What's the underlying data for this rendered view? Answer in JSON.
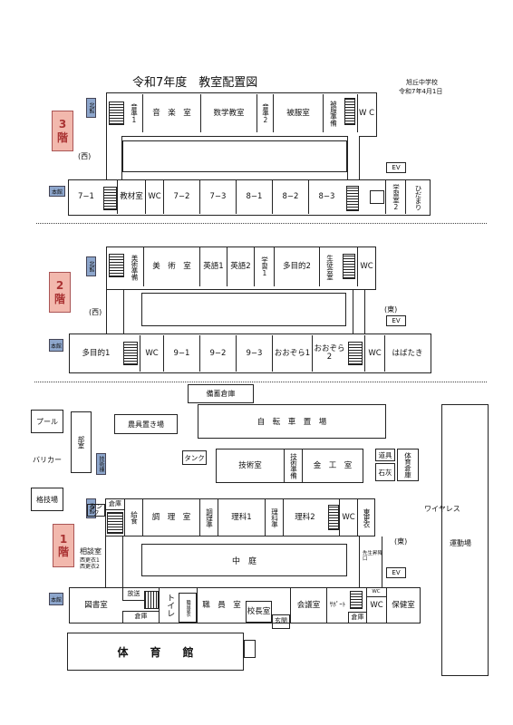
{
  "title": "令和7年度　教室配置図",
  "school": "旭丘中学校",
  "date": "令和7年4月1日",
  "floors": {
    "f3": [
      "3",
      "階"
    ],
    "f2": [
      "2",
      "階"
    ],
    "f1": [
      "1",
      "階"
    ]
  },
  "tags": {
    "north": "北館",
    "main": "本館",
    "tech": "技術棟"
  },
  "dir": {
    "west": "(西)",
    "east": "(東)"
  },
  "ev": "EV",
  "f3_north": [
    "音準1",
    "音　楽　室",
    "数学教室",
    "音準2",
    "被服室",
    "被服準備",
    "W C"
  ],
  "f3_main": [
    "7−1",
    "教材室",
    "WC",
    "7−2",
    "7−3",
    "8−1",
    "8−2",
    "8−3",
    "学習室2",
    "ひだまり"
  ],
  "f2_north": [
    "美術準備",
    "美　術　室",
    "英語1",
    "英語2",
    "学習1",
    "多目的2",
    "生徒会室",
    "WC"
  ],
  "f2_main": [
    "多目的1",
    "WC",
    "9−1",
    "9−2",
    "9−3",
    "おおぞら1",
    "おおぞら2",
    "WC",
    "はばたき"
  ],
  "f1_north": [
    "倉庫",
    "タンク",
    "給食",
    "調　理　室",
    "調理準",
    "理科1",
    "理科準",
    "理科2",
    "WC",
    "東更衣"
  ],
  "f1_main": [
    "図書室",
    "放送",
    "倉庫",
    "トイレ",
    "職員更衣",
    "職　員　室",
    "校長室",
    "玄関",
    "会議室",
    "ｻﾎﾟｰﾄ",
    "倉庫",
    "WC",
    "WC",
    "保健室"
  ],
  "f1_misc": {
    "storage": "備蓄倉庫",
    "bike": "自　転　車　置　場",
    "pool": "プール",
    "club": "部室",
    "barrier": "バリカー",
    "farm": "農具置き場",
    "tank": "タンク",
    "tech": "技術室",
    "techprep": "技術準備",
    "metal": "金　工　室",
    "tools": "道具",
    "lime": "石灰",
    "pestore": "体育倉庫",
    "martial": "格技場",
    "wireless": "ワイヤレス",
    "ground": "運動場",
    "courtyard": "中　庭",
    "consult": "相談室",
    "changew": "西更衣1",
    "changew2": "西更衣2",
    "staffexit": "先生昇降口",
    "gym": "体　　育　　館"
  }
}
